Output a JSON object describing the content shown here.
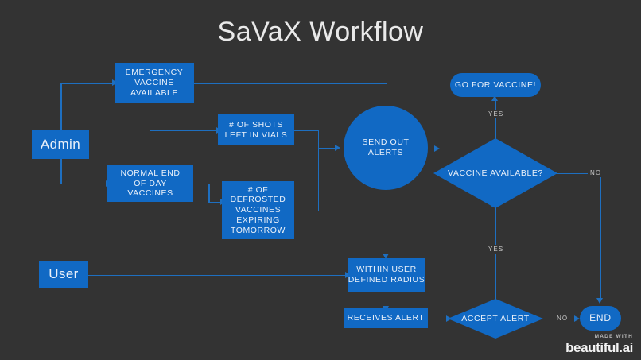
{
  "page": {
    "title": "SaVaX Workflow",
    "background_color": "#333333",
    "node_color": "#1169c4",
    "connector_color": "#1e6fc0",
    "title_color": "#e9e9e9"
  },
  "nodes": {
    "admin": "Admin",
    "emergency_vaccine": "EMERGENCY\nVACCINE\nAVAILABLE",
    "normal_end_of_day": "NORMAL END\nOF DAY\nVACCINES",
    "shots_left": "# OF SHOTS\nLEFT IN VIALS",
    "defrosted": "# OF\nDEFROSTED\nVACCINES\nEXPIRING\nTOMORROW",
    "send_out_alerts": "SEND OUT ALERTS",
    "go_for_vaccine": "GO FOR VACCINE!",
    "vaccine_available": "VACCINE AVAILABLE?",
    "user": "User",
    "within_radius": "WITHIN USER\nDEFINED RADIUS",
    "receives_alert": "RECEIVES ALERT",
    "accept_alert": "ACCEPT ALERT",
    "end": "END"
  },
  "edge_labels": {
    "yes_vaccine": "YES",
    "no_vaccine": "NO",
    "yes_accept": "YES",
    "no_accept": "NO"
  },
  "watermark": {
    "made_with": "MADE WITH",
    "brand": "beautiful.ai"
  }
}
